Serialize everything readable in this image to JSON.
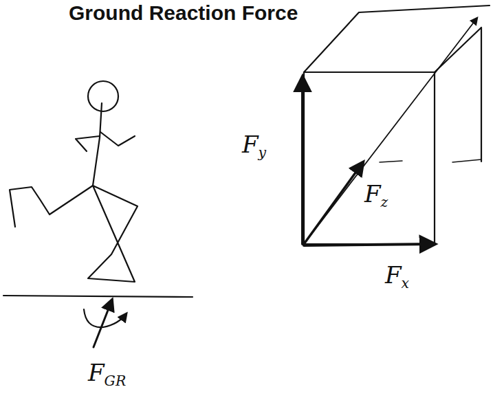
{
  "diagram": {
    "title": "Ground Reaction Force",
    "labels": [
      "FGR",
      "Fy",
      "Fz",
      "Fx"
    ]
  }
}
